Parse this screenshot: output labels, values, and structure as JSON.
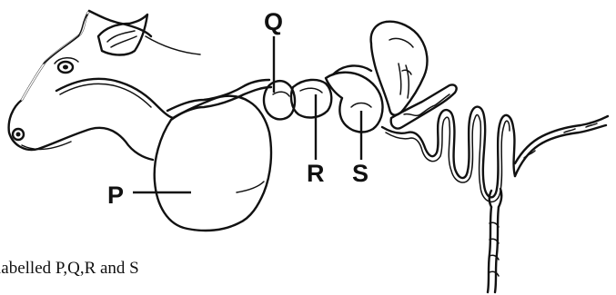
{
  "labels": {
    "p": "P",
    "q": "Q",
    "r": "R",
    "s": "S"
  },
  "caption": "labelled P,Q,R and S"
}
